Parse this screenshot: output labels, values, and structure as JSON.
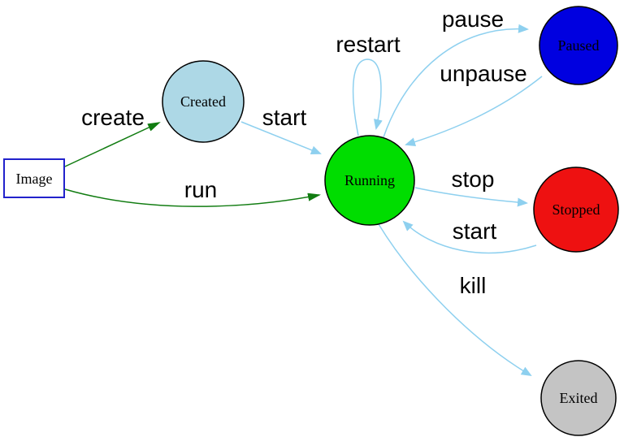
{
  "diagram": {
    "type": "state-diagram",
    "nodes": [
      {
        "id": "image",
        "label": "Image",
        "shape": "rectangle",
        "fill": "#ffffff",
        "stroke": "#2222cc"
      },
      {
        "id": "created",
        "label": "Created",
        "shape": "circle",
        "fill": "#add8e6",
        "stroke": "#000000"
      },
      {
        "id": "running",
        "label": "Running",
        "shape": "circle",
        "fill": "#00dd00",
        "stroke": "#000000"
      },
      {
        "id": "paused",
        "label": "Paused",
        "shape": "circle",
        "fill": "#0000e0",
        "stroke": "#000000"
      },
      {
        "id": "stopped",
        "label": "Stopped",
        "shape": "circle",
        "fill": "#ee1111",
        "stroke": "#000000"
      },
      {
        "id": "exited",
        "label": "Exited",
        "shape": "circle",
        "fill": "#c4c4c4",
        "stroke": "#000000"
      }
    ],
    "edges": [
      {
        "label": "create",
        "from": "image",
        "to": "running-created",
        "color": "#117c11"
      },
      {
        "label": "run",
        "from": "image",
        "to": "running",
        "color": "#117c11"
      },
      {
        "label": "start",
        "from": "created",
        "to": "running",
        "color": "#8ed0ef"
      },
      {
        "label": "restart",
        "from": "running",
        "to": "running",
        "color": "#8ed0ef"
      },
      {
        "label": "pause",
        "from": "running",
        "to": "paused",
        "color": "#8ed0ef"
      },
      {
        "label": "unpause",
        "from": "paused",
        "to": "running",
        "color": "#8ed0ef"
      },
      {
        "label": "stop",
        "from": "running",
        "to": "stopped",
        "color": "#8ed0ef"
      },
      {
        "label": "start",
        "from": "stopped",
        "to": "running",
        "color": "#8ed0ef"
      },
      {
        "label": "kill",
        "from": "running",
        "to": "exited",
        "color": "#8ed0ef"
      }
    ],
    "colors": {
      "cli_edge": "#117c11",
      "lifecycle_edge": "#8ed0ef",
      "label_text": "#000000",
      "node_border": "#000000",
      "image_border": "#2222cc"
    }
  }
}
